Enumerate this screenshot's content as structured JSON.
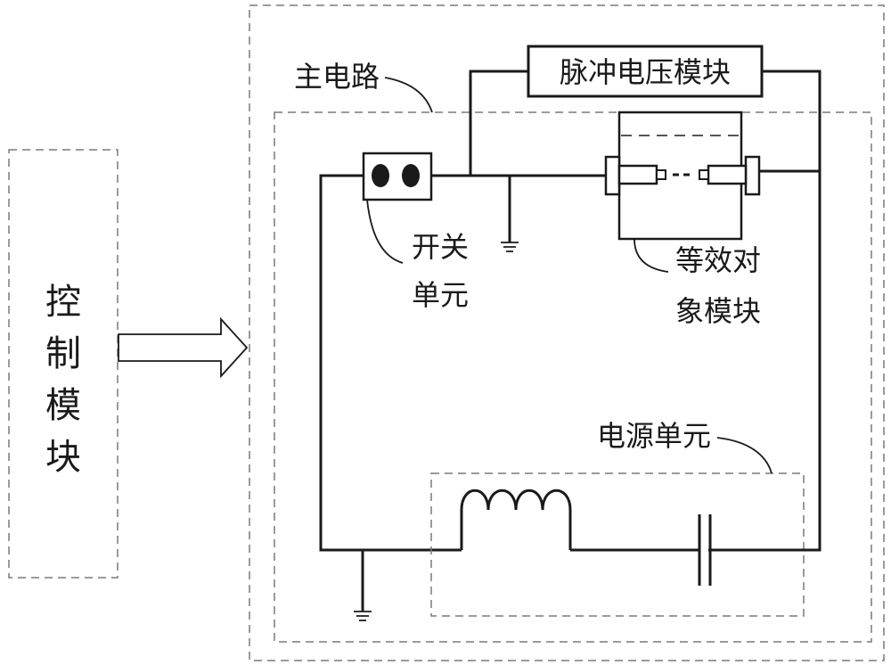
{
  "labels": {
    "control_module": [
      "控",
      "制",
      "模",
      "块"
    ],
    "main_circuit": "主电路",
    "pulse_voltage_module": "脉冲电压模块",
    "switch_unit": [
      "开关",
      "单元"
    ],
    "equivalent_object_module": [
      "等效对",
      "象模块"
    ],
    "power_unit": "电源单元"
  }
}
